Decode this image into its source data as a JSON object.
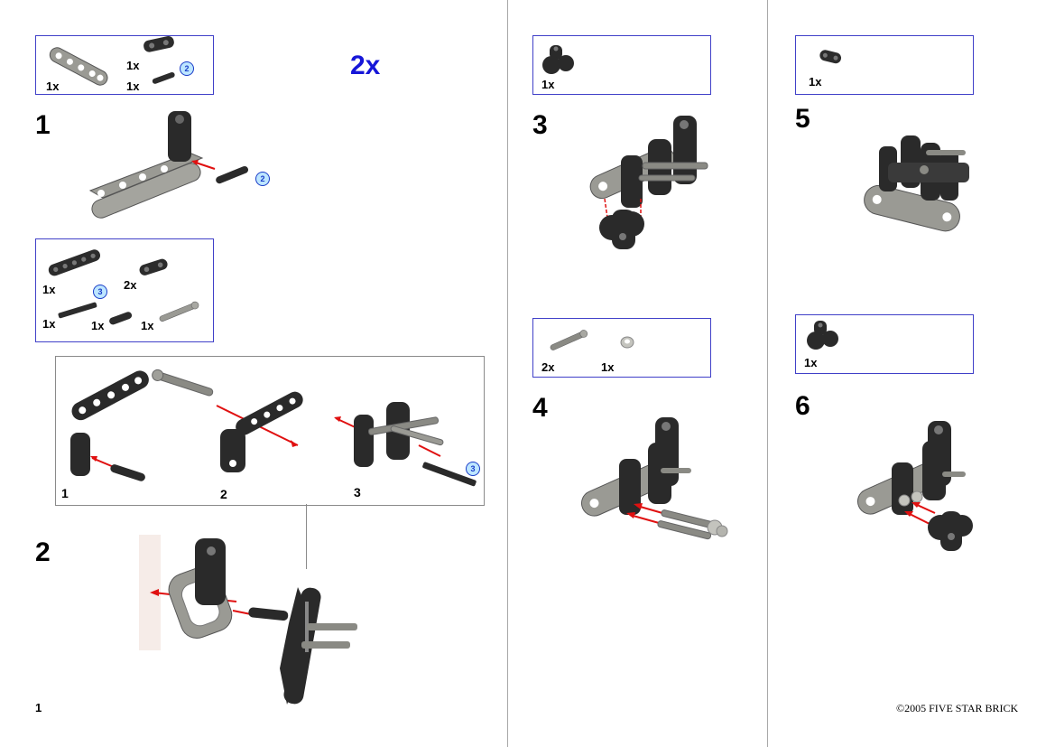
{
  "page": {
    "number": "1",
    "copyright": "©2005 FIVE STAR BRICK"
  },
  "colors": {
    "parts_box_border": "#4040c8",
    "multiplier": "#1616d8",
    "arrow": "#e01010",
    "badge_fill": "#bde6ff",
    "dark_part": "#2a2a2a",
    "light_part": "#8c8c86"
  },
  "icons": [
    "liftarm-dark-icon",
    "liftarm-light-icon",
    "axle-icon",
    "pin-icon",
    "connector-icon",
    "bush-icon",
    "arrow-icon"
  ],
  "left": {
    "multiplier": "2x",
    "parts_box_1": {
      "qty_a": "1x",
      "qty_b": "1x",
      "qty_c": "1x",
      "badge": "2"
    },
    "step1": {
      "number": "1",
      "badge": "2"
    },
    "parts_box_2": {
      "qty_a": "1x",
      "qty_b": "2x",
      "qty_c": "1x",
      "qty_d": "1x",
      "qty_e": "1x",
      "badge": "3"
    },
    "substeps": {
      "s1": "1",
      "s2": "2",
      "s3": "3",
      "badge": "3"
    },
    "step2": {
      "number": "2"
    }
  },
  "middle": {
    "parts_box_3": {
      "qty": "1x"
    },
    "step3": {
      "number": "3"
    },
    "parts_box_4": {
      "qty_a": "2x",
      "qty_b": "1x"
    },
    "step4": {
      "number": "4"
    }
  },
  "right": {
    "parts_box_5": {
      "qty": "1x"
    },
    "step5": {
      "number": "5"
    },
    "parts_box_6": {
      "qty": "1x"
    },
    "step6": {
      "number": "6"
    }
  }
}
